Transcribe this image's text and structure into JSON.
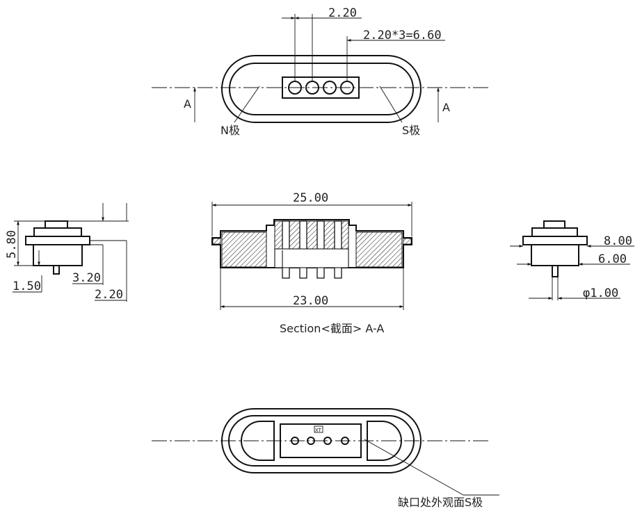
{
  "dimensions": {
    "top_pitch": "2.20",
    "top_total": "2.20*3=6.60",
    "length_25": "25.00",
    "length_23": "23.00",
    "height_580": "5.80",
    "d_150": "1.50",
    "d_320": "3.20",
    "d_220": "2.20",
    "d_800": "8.00",
    "d_600": "6.00",
    "d_pin": "φ1.00"
  },
  "labels": {
    "n_pole": "N极",
    "s_pole": "S极",
    "section_a_left": "A",
    "section_a_right": "A",
    "section_caption": "Section<截面>  A-A",
    "notch_note": "缺口处外观面S极",
    "logo_mark": "XT"
  }
}
